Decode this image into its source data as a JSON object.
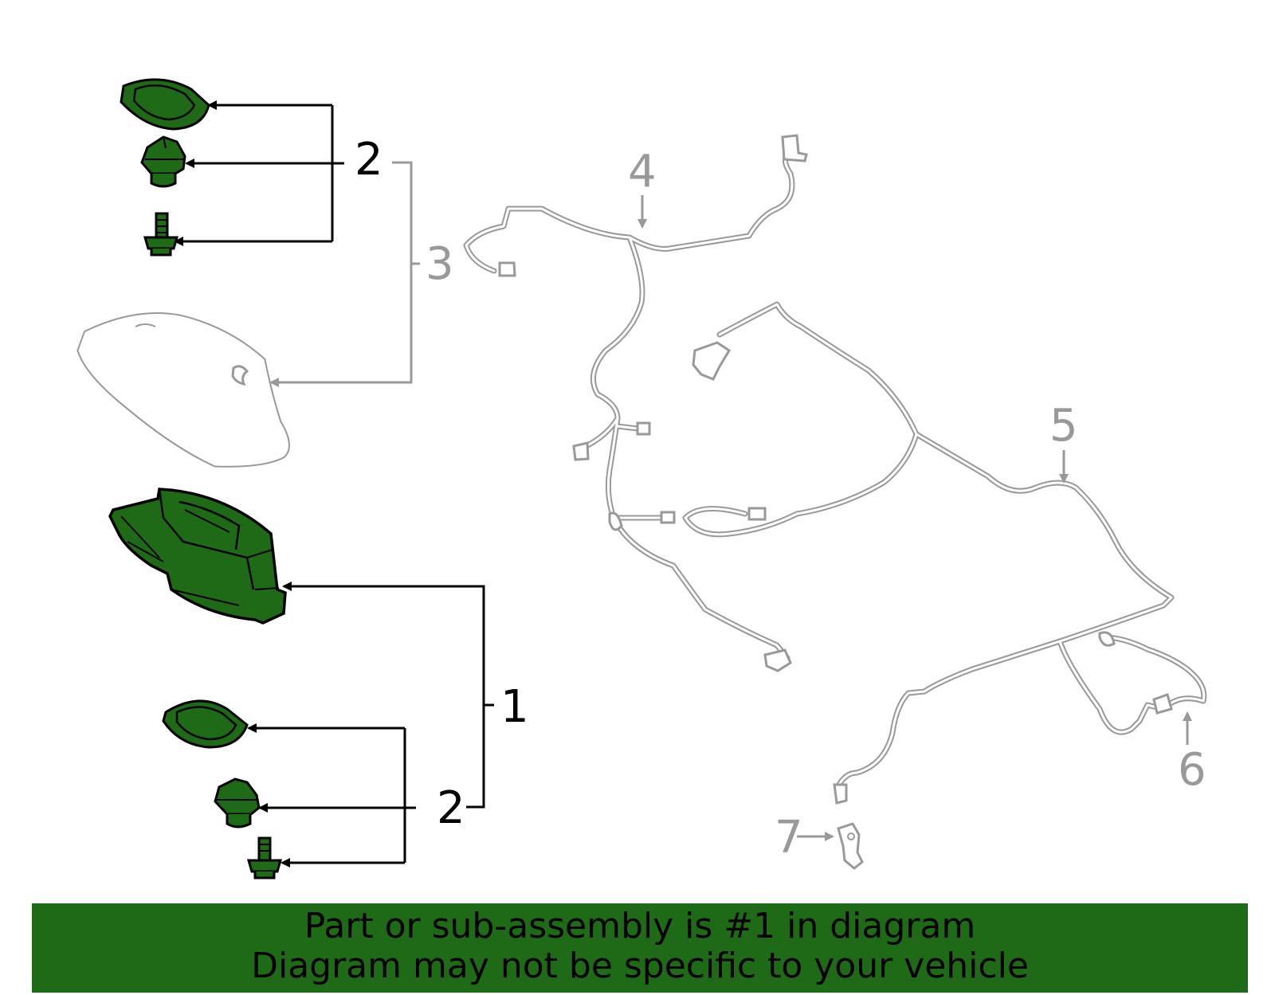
{
  "callouts": {
    "part1": "1",
    "part2_top": "2",
    "part2_bottom": "2",
    "part3": "3",
    "part4": "4",
    "part5": "5",
    "part6": "6",
    "part7": "7"
  },
  "banner": {
    "line1": "Part or sub-assembly is #1 in diagram",
    "line2": "Diagram may not be specific to your vehicle"
  },
  "colors": {
    "highlight_part": "#1f6a16",
    "banner_background": "#1f6a16",
    "inactive_part": "#999999",
    "leader_line": "#000000"
  }
}
